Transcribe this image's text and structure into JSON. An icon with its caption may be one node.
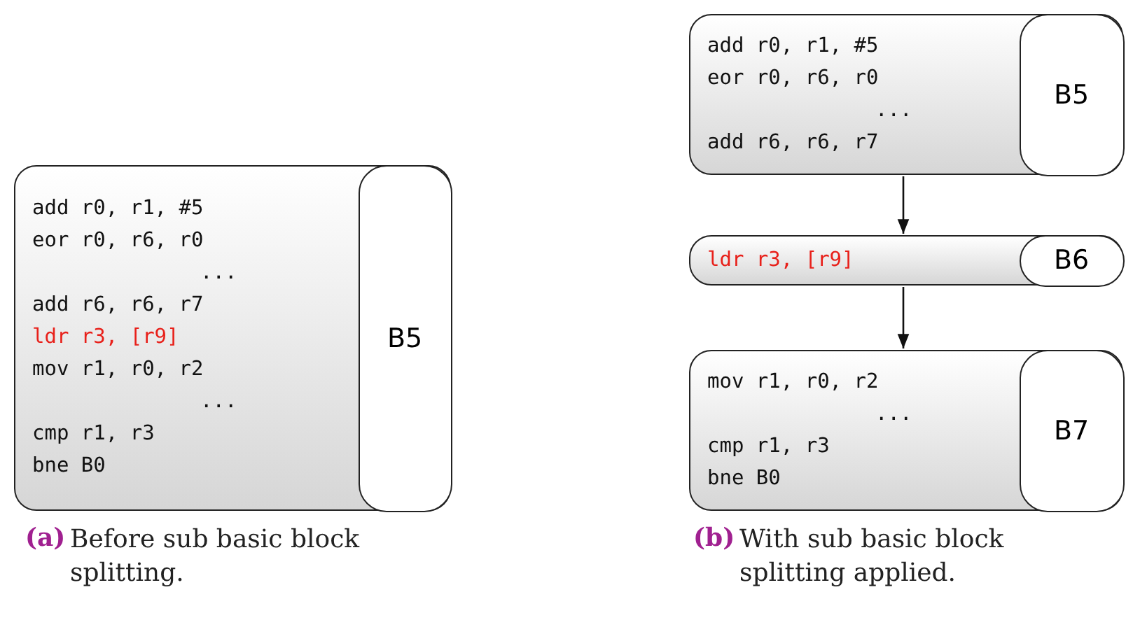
{
  "diagram": {
    "nodes": [
      {
        "text": [
          "add r0, r1, #5",
          "eor r0, r6, r0",
          "...",
          "add r6, r6, r7",
          "ldr r3, [r9]",
          "mov r1, r0, r2",
          "...",
          "cmp r1, r3",
          "bne B0"
        ]
      },
      {
        "text": [
          "B5"
        ],
        "in": 0
      },
      {
        "text": [
          "add r0, r1, #5",
          "eor r0, r6, r0",
          "...",
          "add r6, r6, r7"
        ]
      },
      {
        "text": [
          "B5"
        ],
        "in": 2
      },
      {
        "text": [
          "ldr r3, [r9]"
        ]
      },
      {
        "text": [
          "B6"
        ],
        "in": 4
      },
      {
        "text": [
          "mov r1, r0, r2",
          "...",
          "cmp r1, r3",
          "bne B0"
        ]
      },
      {
        "text": [
          "B7"
        ],
        "in": 6
      }
    ],
    "edges": [
      {
        "from": 2,
        "to": 4,
        "arrow": "to"
      },
      {
        "from": 4,
        "to": 6,
        "arrow": "to"
      }
    ],
    "labels": [
      "(a)",
      "Before sub basic block splitting.",
      "(b)",
      "With sub basic block splitting applied."
    ]
  }
}
